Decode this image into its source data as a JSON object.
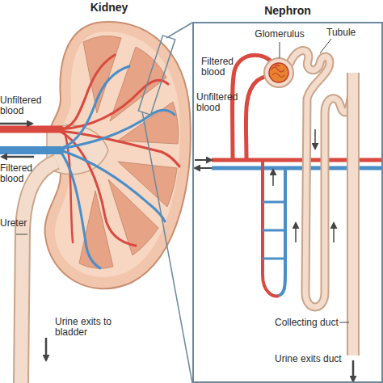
{
  "diagram": {
    "nodes": [
      {
        "text": [
          "Nephron"
        ]
      }
    ],
    "labels": [
      "Kidney",
      "Unfiltered blood",
      "Filtered blood",
      "Ureter",
      "Urine exits to bladder",
      "Glomerulus",
      "Filtered blood",
      "Tubule",
      "Unfiltered blood",
      "Collecting duct",
      "Urine exits duct"
    ]
  }
}
